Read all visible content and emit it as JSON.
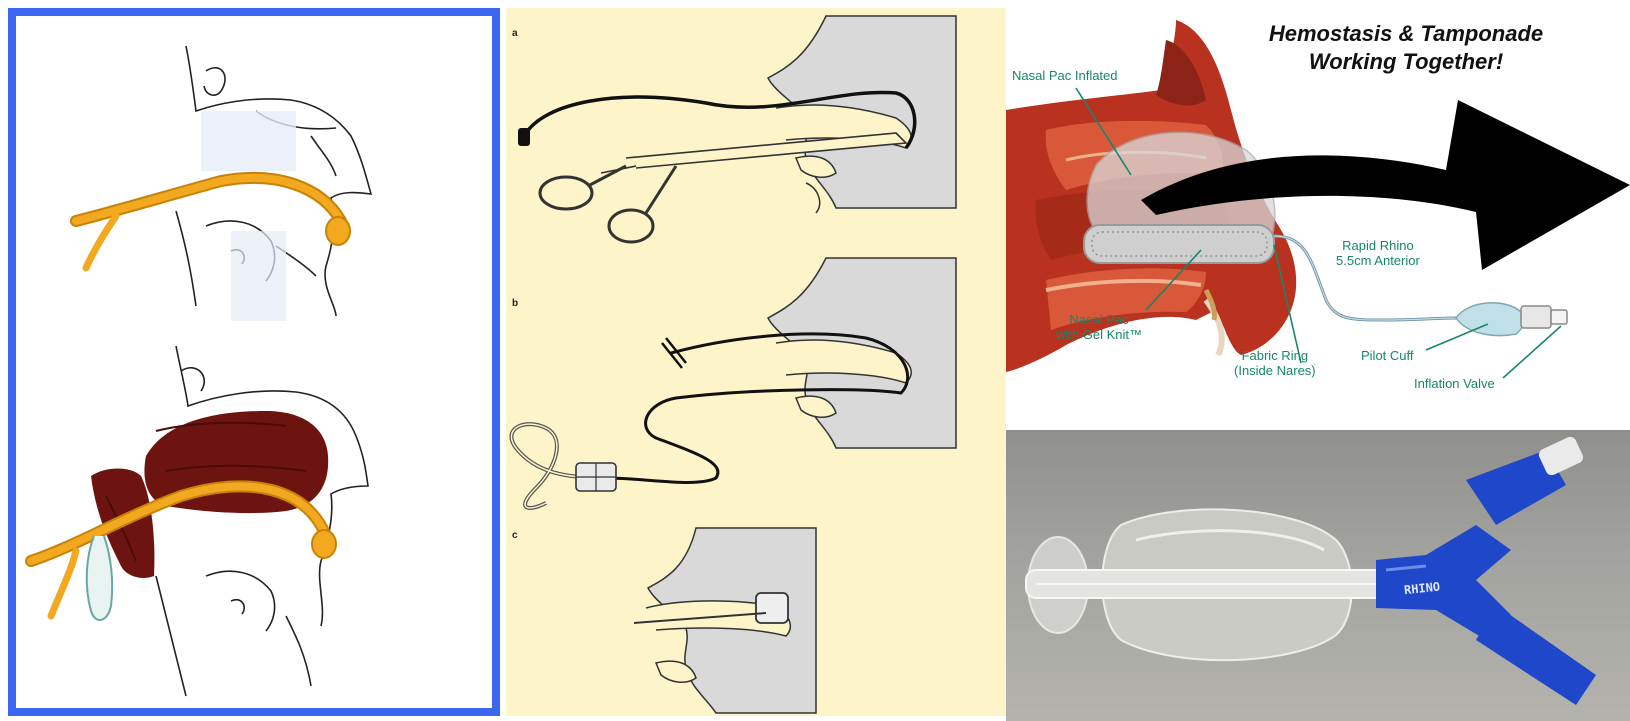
{
  "middle_panel": {
    "steps": [
      "a",
      "b",
      "c"
    ]
  },
  "top_right_panel": {
    "title_line1": "Hemostasis & Tamponade",
    "title_line2": "Working Together!",
    "labels": {
      "nasal_pac_inflated": "Nasal Pac Inflated",
      "rapid_rhino_line1": "Rapid Rhino",
      "rapid_rhino_line2": "5.5cm Anterior",
      "nasal_pac_line1": "Nasal Pac",
      "nasal_pac_line2": "with Gel Knit™",
      "fabric_ring_line1": "Fabric Ring",
      "fabric_ring_line2": "(Inside Nares)",
      "pilot_cuff": "Pilot Cuff",
      "inflation_valve": "Inflation Valve"
    }
  },
  "bottom_right_panel": {
    "device_text": "RHINO"
  },
  "colors": {
    "frame_blue": "#3b67f0",
    "catheter_orange": "#f2a91f",
    "pack_maroon": "#6e1410",
    "middle_bg": "#fdf5c9",
    "label_green": "#17866b",
    "tissue_red": "#b8321f",
    "device_blue": "#1f47c9"
  }
}
